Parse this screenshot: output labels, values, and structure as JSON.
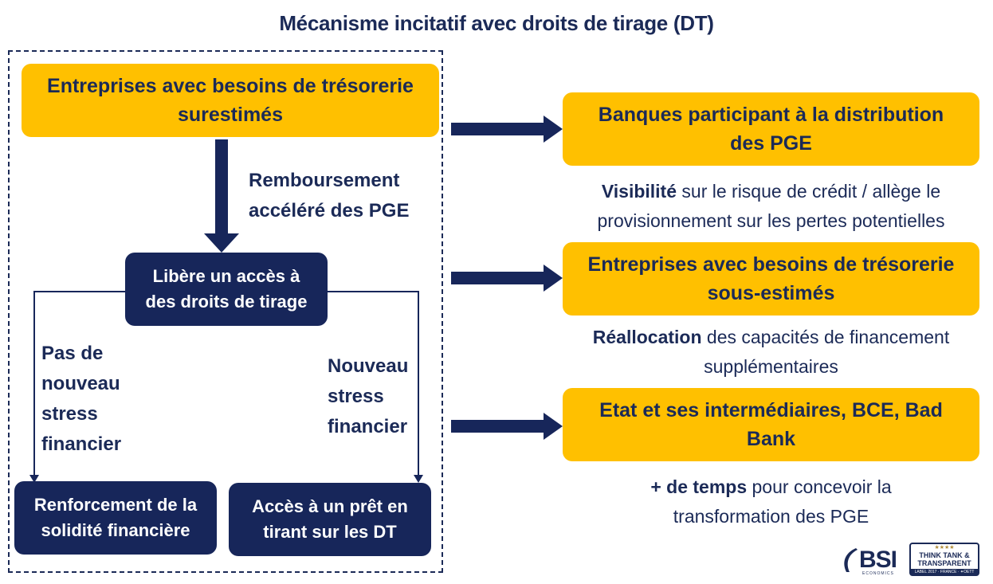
{
  "title": "Mécanisme incitatif avec droits de tirage (DT)",
  "left": {
    "top_box": [
      "Entreprises avec besoins de trésorerie",
      "surestimés"
    ],
    "arrow_label": [
      "Remboursement",
      "accéléré des PGE"
    ],
    "mid_box": [
      "Libère un accès à",
      "des droits de tirage"
    ],
    "left_branch_label": [
      "Pas de",
      "nouveau",
      "stress",
      "financier"
    ],
    "right_branch_label": [
      "Nouveau",
      "stress",
      "financier"
    ],
    "bottom_left_box": [
      "Renforcement de la",
      "solidité financière"
    ],
    "bottom_right_box": [
      "Accès à un prêt en",
      "tirant sur les DT"
    ]
  },
  "right": {
    "box1": [
      "Banques participant à la distribution",
      "des PGE"
    ],
    "note1": {
      "bold": "Visibilité",
      "rest": " sur le risque de crédit / allège le",
      "line2": "provisionnement sur les pertes potentielles"
    },
    "box2": [
      "Entreprises avec besoins de trésorerie",
      "sous-estimés"
    ],
    "note2": {
      "bold": "Réallocation",
      "rest": " des capacités de financement",
      "line2": "supplémentaires"
    },
    "box3": [
      "Etat et ses intermédiaires, BCE, Bad",
      "Bank"
    ],
    "note3": {
      "bold": "+ de temps",
      "rest": " pour concevoir la",
      "line2": "transformation des PGE"
    }
  },
  "logos": {
    "bsi": "BSI",
    "bsi_sub": "ECONOMICS",
    "badge_stars": "★★★★",
    "badge_line1": "THINK TANK &",
    "badge_line2": "TRANSPARENT",
    "badge_label": "LABEL 2017 · FRANCE · ✦OETT"
  },
  "colors": {
    "navy": "#17265a",
    "yellow": "#ffc000",
    "text": "#1b2a57"
  }
}
